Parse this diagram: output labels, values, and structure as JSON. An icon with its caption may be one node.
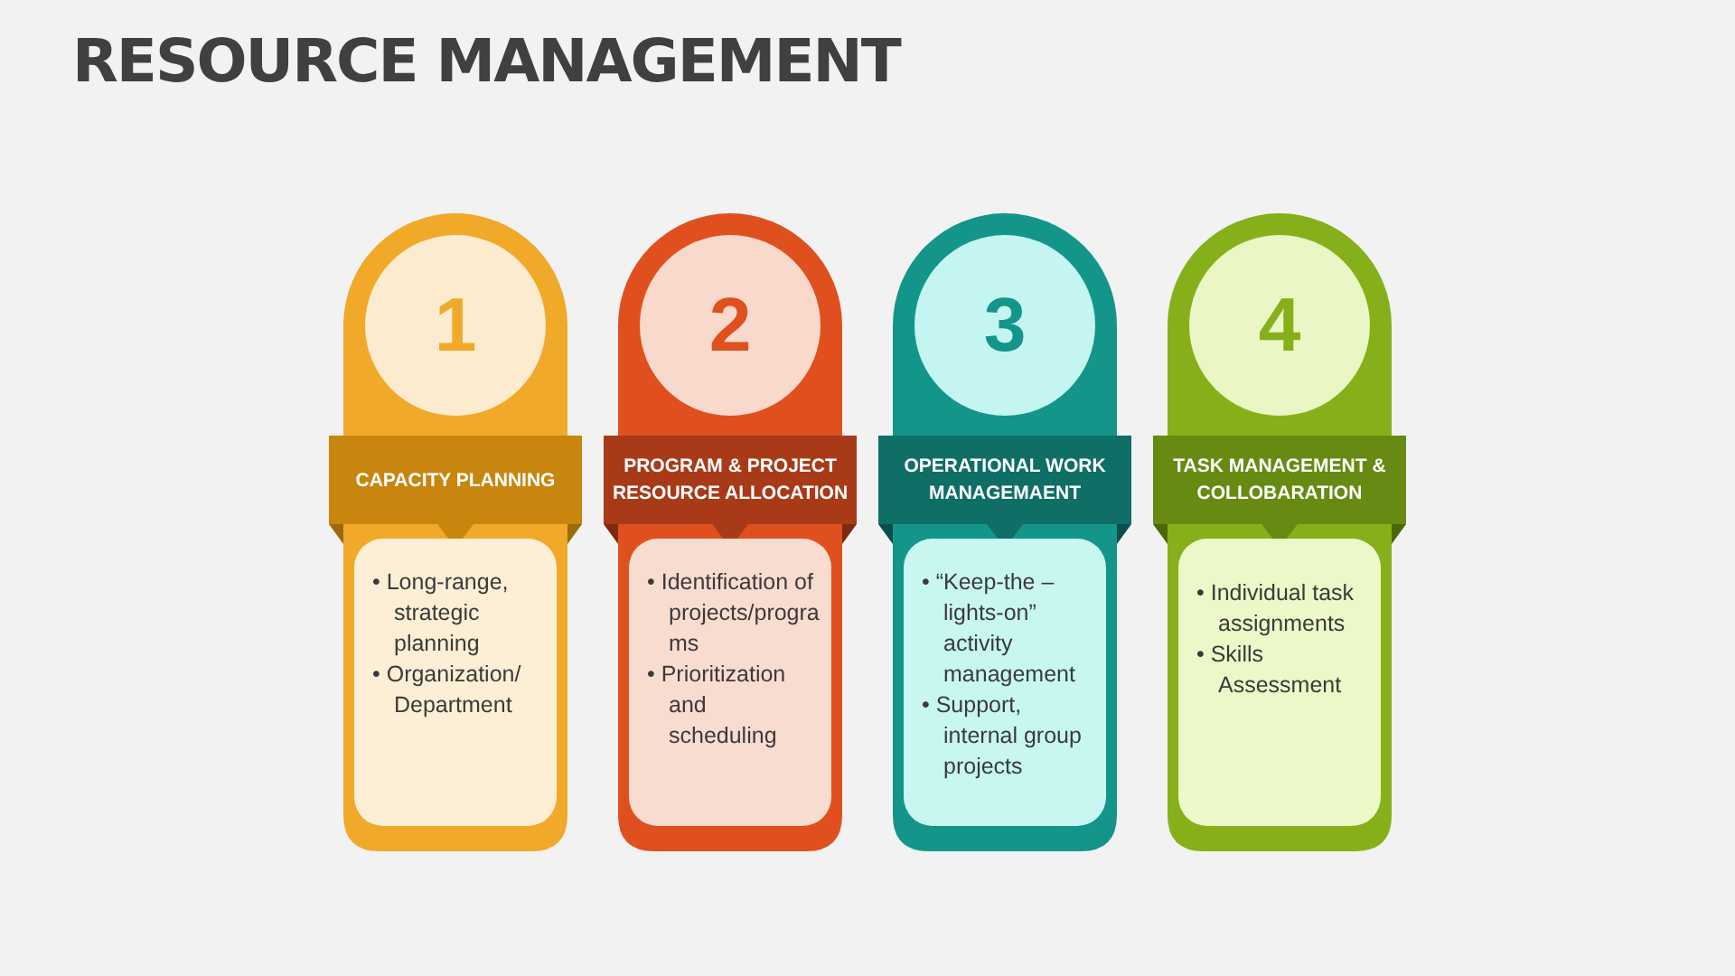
{
  "diagram": {
    "title": "RESOURCE MANAGEMENT",
    "nodes": [
      {
        "text": [
          "1"
        ]
      },
      {
        "text": [
          "CAPACITY PLANNING"
        ]
      },
      {
        "text": [
          "• Long-range, strategic planning",
          "• Organization/ Department"
        ]
      },
      {
        "text": [
          "2"
        ]
      },
      {
        "text": [
          "PROGRAM & PROJECT RESOURCE ALLOCATION"
        ]
      },
      {
        "text": [
          "• Identification of projects/programs",
          "• Prioritization and scheduling"
        ]
      },
      {
        "text": [
          "3"
        ]
      },
      {
        "text": [
          "OPERATIONAL WORK MANAGEMAENT"
        ]
      },
      {
        "text": [
          "• “Keep-the – lights-on” activity management",
          "• Support, internal group projects"
        ]
      },
      {
        "text": [
          "4"
        ]
      },
      {
        "text": [
          "TASK MANAGEMENT & COLLOBARATION"
        ]
      },
      {
        "text": [
          "• Individual task assignments",
          "• Skills Assessment"
        ]
      }
    ]
  }
}
